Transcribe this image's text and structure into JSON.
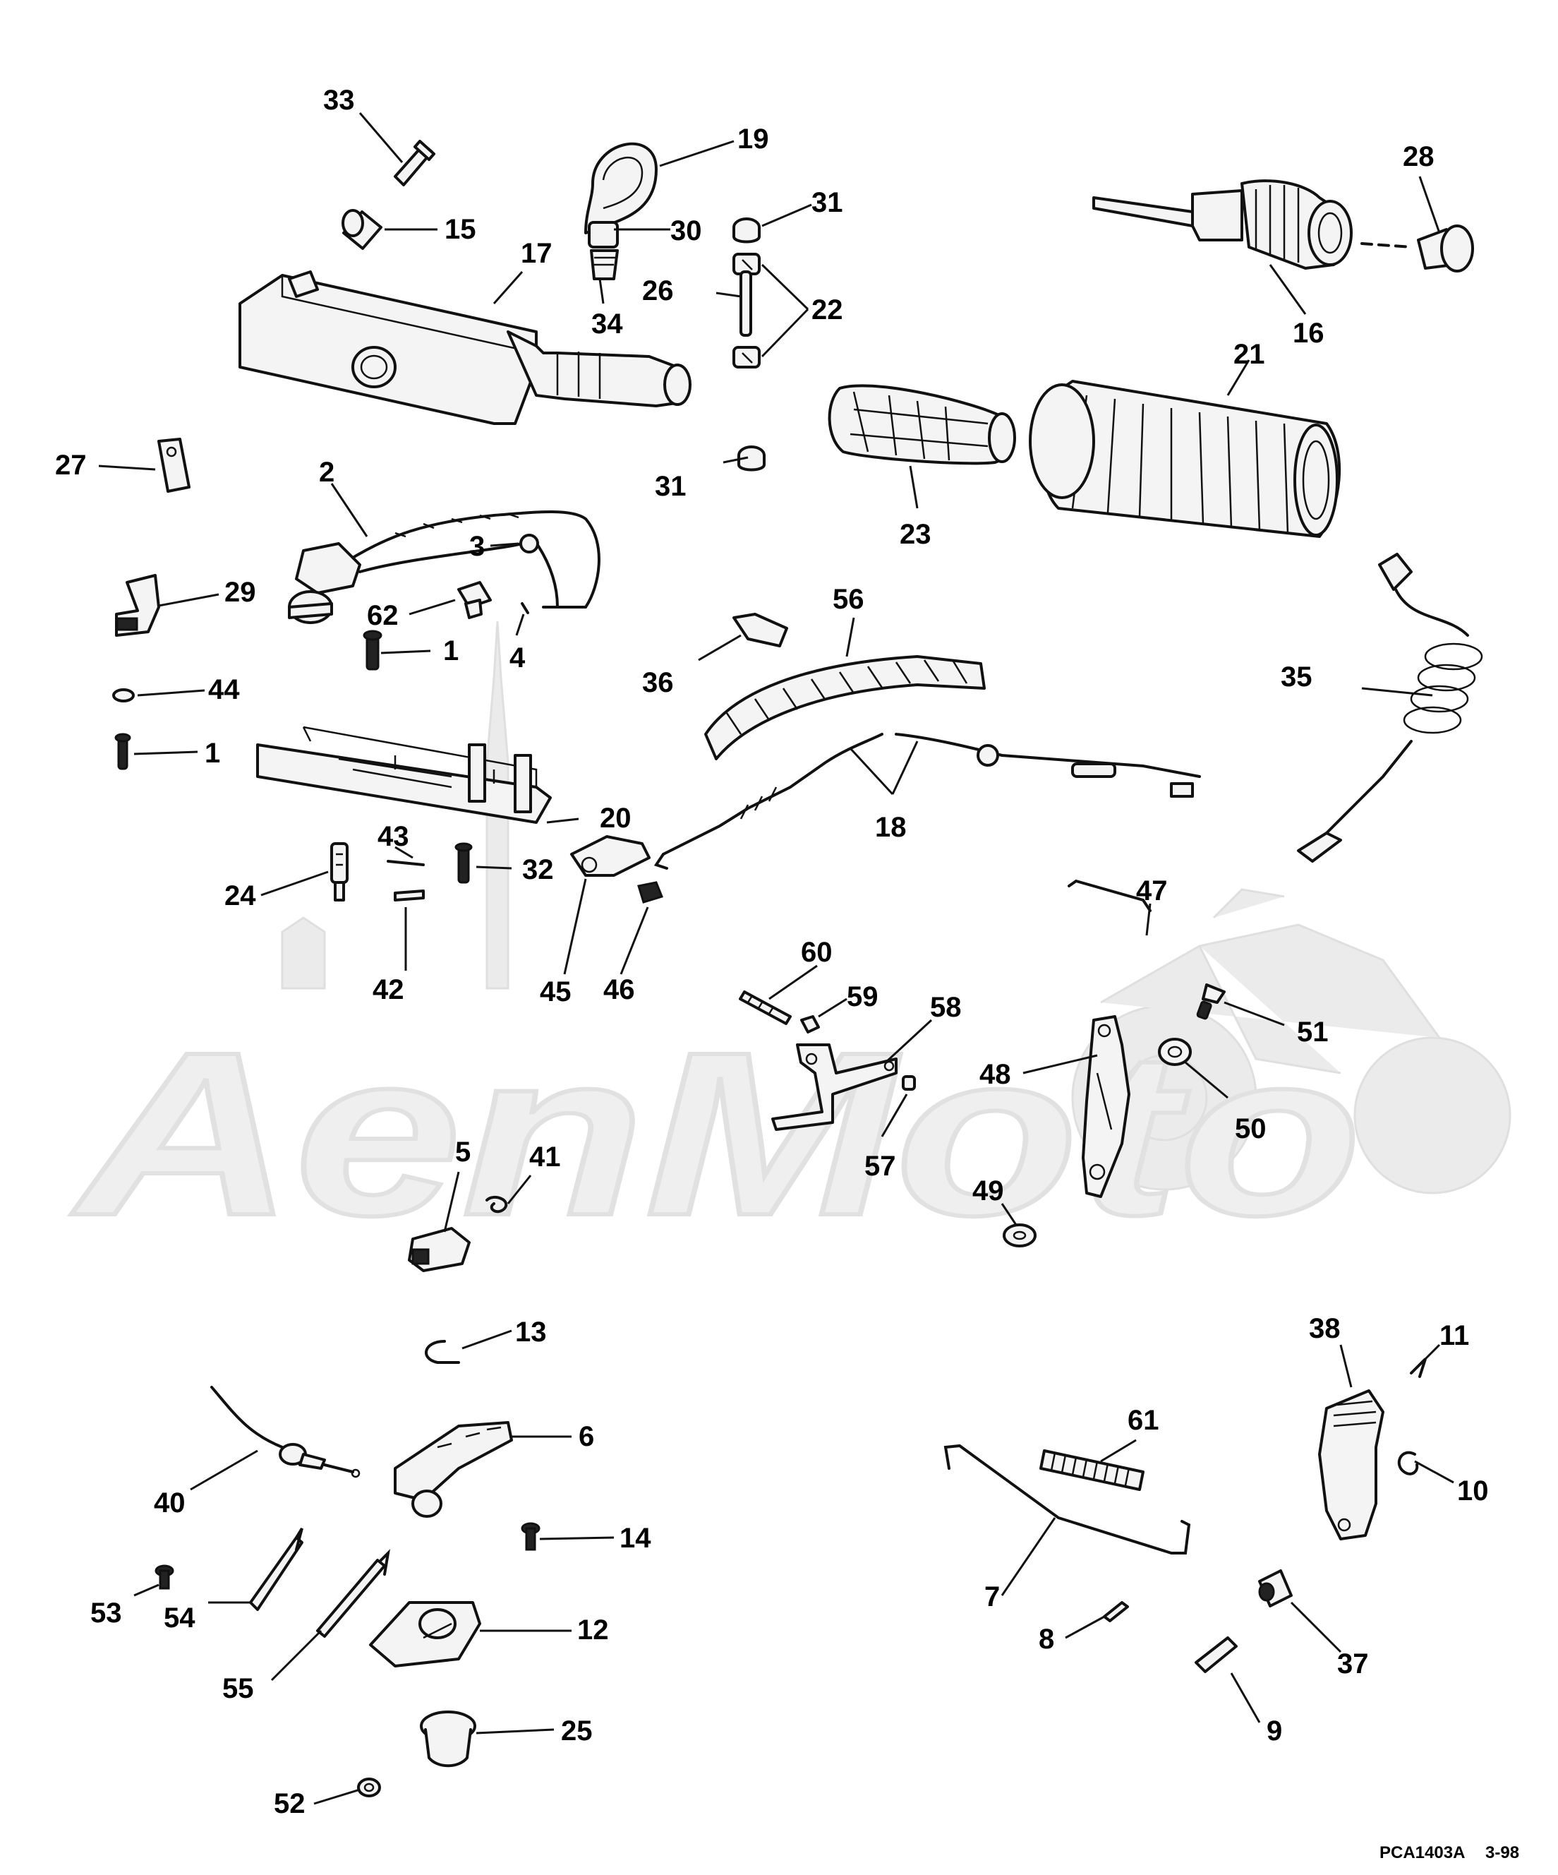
{
  "figure": {
    "reference_code": "PCA1403A",
    "date_code": "3-98"
  },
  "watermark": {
    "text": "AenMoto"
  },
  "callouts": [
    "33",
    "19",
    "15",
    "30",
    "31",
    "28",
    "17",
    "26",
    "22",
    "34",
    "16",
    "21",
    "27",
    "31b",
    "23",
    "2",
    "3",
    "29",
    "62",
    "1",
    "4",
    "36",
    "56",
    "35",
    "44",
    "1b",
    "20",
    "18",
    "43",
    "32",
    "24",
    "42",
    "45",
    "46",
    "47",
    "60",
    "59",
    "58",
    "51",
    "48",
    "50",
    "57",
    "49",
    "5",
    "41",
    "13",
    "38",
    "11",
    "6",
    "61",
    "40",
    "10",
    "14",
    "53",
    "54",
    "7",
    "12",
    "37",
    "8",
    "55",
    "25",
    "9",
    "52"
  ],
  "labels": {
    "c33": "33",
    "c19": "19",
    "c15": "15",
    "c30": "30",
    "c31": "31",
    "c28": "28",
    "c17": "17",
    "c26": "26",
    "c22": "22",
    "c34": "34",
    "c16": "16",
    "c21": "21",
    "c27": "27",
    "c31b": "31",
    "c23": "23",
    "c2": "2",
    "c3": "3",
    "c29": "29",
    "c62": "62",
    "c1": "1",
    "c4": "4",
    "c36": "36",
    "c56": "56",
    "c35": "35",
    "c44": "44",
    "c1b": "1",
    "c20": "20",
    "c18": "18",
    "c43": "43",
    "c32": "32",
    "c24": "24",
    "c42": "42",
    "c45": "45",
    "c46": "46",
    "c47": "47",
    "c60": "60",
    "c59": "59",
    "c58": "58",
    "c51": "51",
    "c48": "48",
    "c50": "50",
    "c57": "57",
    "c49": "49",
    "c5": "5",
    "c41": "41",
    "c13": "13",
    "c38": "38",
    "c11": "11",
    "c6": "6",
    "c61": "61",
    "c40": "40",
    "c10": "10",
    "c14": "14",
    "c53": "53",
    "c54": "54",
    "c7": "7",
    "c12": "12",
    "c37": "37",
    "c8": "8",
    "c55": "55",
    "c25": "25",
    "c9": "9",
    "c52": "52"
  }
}
